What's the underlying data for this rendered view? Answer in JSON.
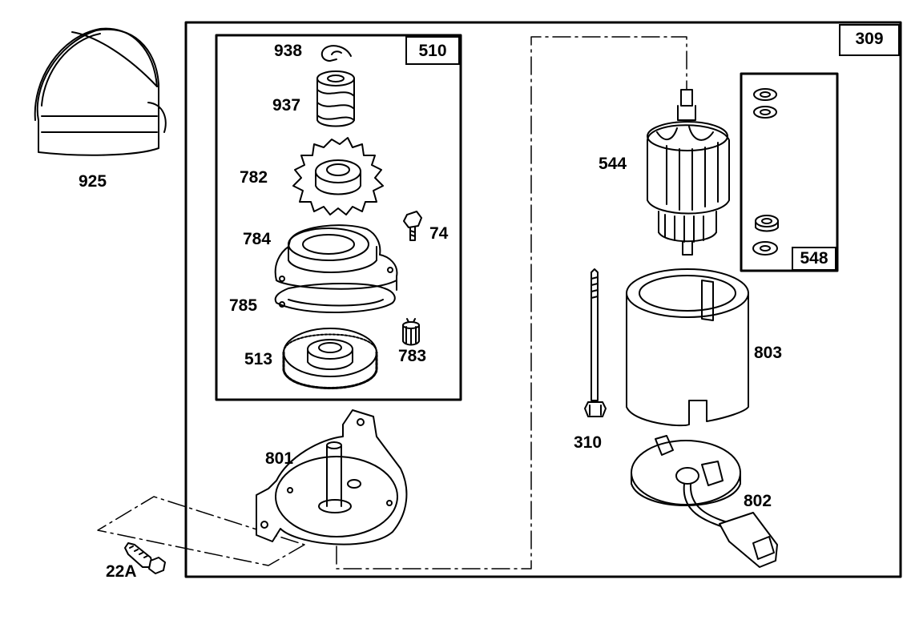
{
  "diagram": {
    "assemblies": {
      "starter_motor": "309",
      "drive_kit": "510",
      "brush_kit": "548"
    },
    "parts": {
      "p925": "925",
      "p938": "938",
      "p937": "937",
      "p782": "782",
      "p74": "74",
      "p784": "784",
      "p785": "785",
      "p513": "513",
      "p783": "783",
      "p801": "801",
      "p22a": "22A",
      "p544": "544",
      "p310": "310",
      "p803": "803",
      "p802": "802"
    }
  }
}
